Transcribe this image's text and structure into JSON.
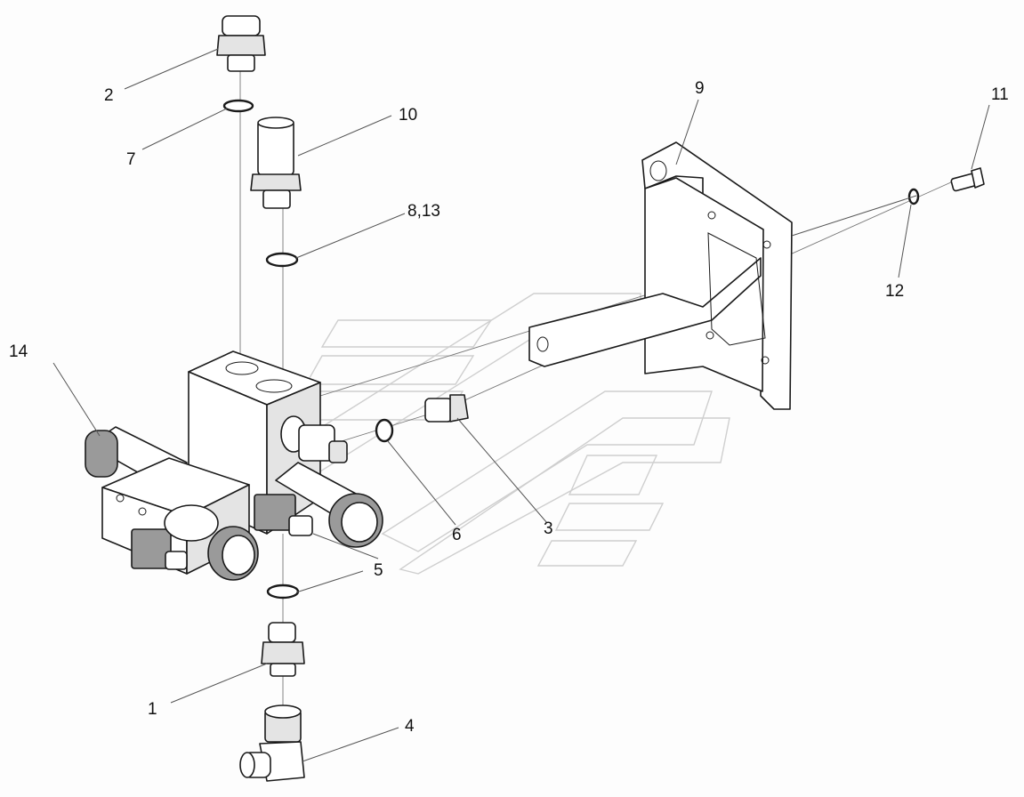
{
  "diagram": {
    "callouts": [
      {
        "id": "c1",
        "label": "1"
      },
      {
        "id": "c2",
        "label": "2"
      },
      {
        "id": "c3",
        "label": "3"
      },
      {
        "id": "c4",
        "label": "4"
      },
      {
        "id": "c5",
        "label": "5"
      },
      {
        "id": "c6",
        "label": "6"
      },
      {
        "id": "c7",
        "label": "7"
      },
      {
        "id": "c8",
        "label": "8,13"
      },
      {
        "id": "c9",
        "label": "9"
      },
      {
        "id": "c10",
        "label": "10"
      },
      {
        "id": "c11",
        "label": "11"
      },
      {
        "id": "c12",
        "label": "12"
      },
      {
        "id": "c14",
        "label": "14"
      }
    ]
  }
}
